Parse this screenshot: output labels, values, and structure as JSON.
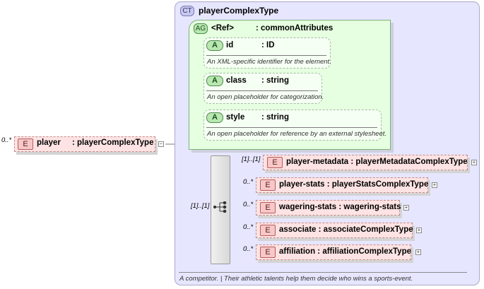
{
  "root": {
    "occurs": "0..*",
    "badge": "E",
    "name": "player",
    "type": ": playerComplexType"
  },
  "complex_type": {
    "badge": "CT",
    "name": "playerComplexType",
    "doc": "A competitor. | Their athletic talents help them decide who wins a sports-event."
  },
  "attr_group": {
    "badge": "AG",
    "ref": "<Ref>",
    "type": ": commonAttributes"
  },
  "attributes": [
    {
      "badge": "A",
      "name": "id",
      "type": ": ID",
      "doc": "An XML-specific identifier for the element."
    },
    {
      "badge": "A",
      "name": "class",
      "type": ": string",
      "doc": "An open placeholder for categorization."
    },
    {
      "badge": "A",
      "name": "style",
      "type": ": string",
      "doc": "An open placeholder for reference by an external stylesheet."
    }
  ],
  "sequence": {
    "occurs": "[1]..[1]"
  },
  "children": [
    {
      "occurs": "[1]..[1]",
      "badge": "E",
      "label": "player-metadata : playerMetadataComplexType"
    },
    {
      "occurs": "0..*",
      "badge": "E",
      "label": "player-stats : playerStatsComplexType"
    },
    {
      "occurs": "0..*",
      "badge": "E",
      "label": "wagering-stats : wagering-stats"
    },
    {
      "occurs": "0..*",
      "badge": "E",
      "label": "associate : associateComplexType"
    },
    {
      "occurs": "0..*",
      "badge": "E",
      "label": "affiliation : affiliationComplexType"
    }
  ]
}
